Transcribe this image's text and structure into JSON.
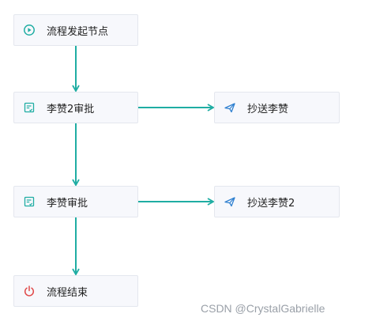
{
  "colors": {
    "edge": "#1fada3",
    "node_bg": "#f7f8fc",
    "node_border": "#e4e7ee",
    "start_icon": "#1fada3",
    "approve_icon": "#1fada3",
    "cc_icon": "#2f80d0",
    "end_icon": "#e04848"
  },
  "nodes": {
    "start": {
      "label": "流程发起节点",
      "icon": "play-circle-icon"
    },
    "approve1": {
      "label": "李赞2审批",
      "icon": "approval-form-icon"
    },
    "cc1": {
      "label": "抄送李赞",
      "icon": "paper-plane-icon"
    },
    "approve2": {
      "label": "李赞审批",
      "icon": "approval-form-icon"
    },
    "cc2": {
      "label": "抄送李赞2",
      "icon": "paper-plane-icon"
    },
    "end": {
      "label": "流程结束",
      "icon": "power-icon"
    }
  },
  "watermark": "CSDN @CrystalGabrielle"
}
